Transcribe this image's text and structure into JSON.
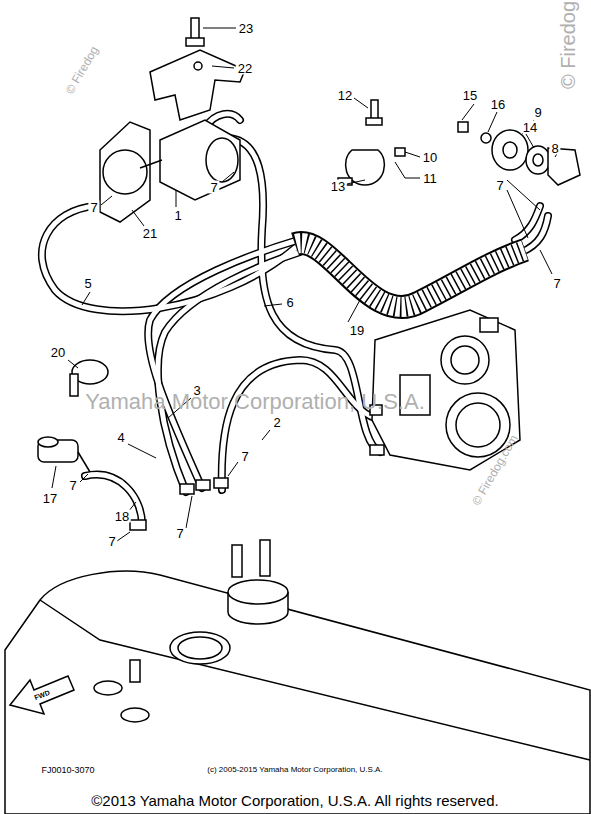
{
  "diagram": {
    "labels": [
      "23",
      "22",
      "© Firedog",
      "© Firedog",
      "12",
      "15",
      "16",
      "9",
      "14",
      "8",
      "10",
      "11",
      "13",
      "7",
      "7",
      "7",
      "1",
      "21",
      "7",
      "5",
      "6",
      "19",
      "20",
      "Yamaha Motor Corporation, U.S.A.",
      "3",
      "2",
      "4",
      "7",
      "© Firedog.com",
      "7",
      "17",
      "18",
      "7",
      "7",
      "FWD",
      "FJ0010-3070",
      "(c) 2005-2015 Yamaha Motor Corporation, U.S.A.",
      "©2013 Yamaha Motor Corporation, U.S.A. All rights reserved."
    ]
  }
}
